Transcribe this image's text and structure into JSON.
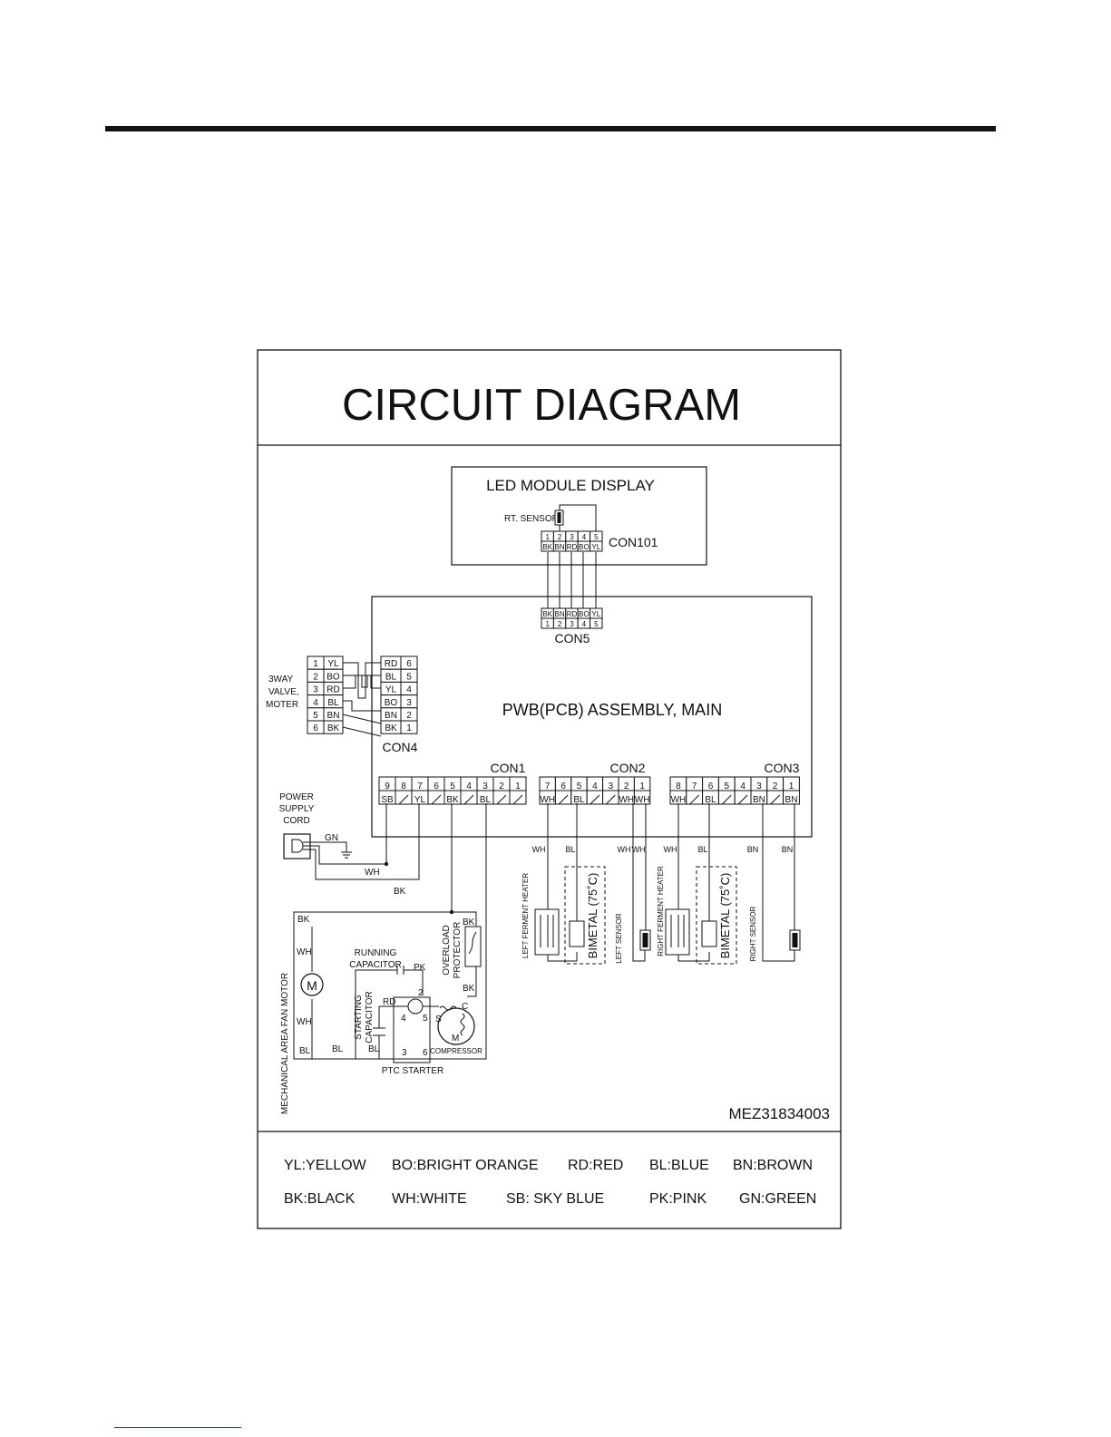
{
  "title": "CIRCUIT DIAGRAM",
  "part_number": "MEZ31834003",
  "led_module": {
    "title": "LED MODULE DISPLAY",
    "sensor_label": "RT. SENSOR",
    "connector": "CON101",
    "pins": [
      "1",
      "2",
      "3",
      "4",
      "5"
    ],
    "colors": [
      "BK",
      "BN",
      "RD",
      "BO",
      "YL"
    ]
  },
  "main_board": {
    "title": "PWB(PCB) ASSEMBLY, MAIN",
    "con5": {
      "label": "CON5",
      "colors": [
        "BK",
        "BN",
        "RD",
        "BO",
        "YL"
      ],
      "pins": [
        "1",
        "2",
        "3",
        "4",
        "5"
      ]
    },
    "con4": {
      "label": "CON4",
      "colors": [
        "RD",
        "BL",
        "YL",
        "BO",
        "BN",
        "BK"
      ],
      "pins": [
        "6",
        "5",
        "4",
        "3",
        "2",
        "1"
      ]
    },
    "con1": {
      "label": "CON1",
      "pins": [
        "9",
        "8",
        "7",
        "6",
        "5",
        "4",
        "3",
        "2",
        "1"
      ],
      "colors": [
        "SB",
        "/",
        "YL",
        "/",
        "BK",
        "/",
        "BL",
        "/",
        "/"
      ]
    },
    "con2": {
      "label": "CON2",
      "pins": [
        "7",
        "6",
        "5",
        "4",
        "3",
        "2",
        "1"
      ],
      "colors": [
        "WH",
        "/",
        "BL",
        "/",
        "/",
        "WH",
        "WH"
      ]
    },
    "con3": {
      "label": "CON3",
      "pins": [
        "8",
        "7",
        "6",
        "5",
        "4",
        "3",
        "2",
        "1"
      ],
      "colors": [
        "WH",
        "/",
        "BL",
        "/",
        "/",
        "BN",
        "/",
        "BN"
      ]
    }
  },
  "valve": {
    "label_lines": [
      "3WAY",
      "VALVE,",
      "MOTER"
    ],
    "pins": [
      "1",
      "2",
      "3",
      "4",
      "5",
      "6"
    ],
    "colors": [
      "YL",
      "BO",
      "RD",
      "BL",
      "BN",
      "BK"
    ]
  },
  "power": {
    "label_lines": [
      "POWER",
      "SUPPLY",
      "CORD"
    ],
    "gn": "GN",
    "wh": "WH",
    "bk": "BK"
  },
  "wire_labels": {
    "con2_left": [
      "WH",
      "BL",
      "WH",
      "WH"
    ],
    "con3_right": [
      "WH",
      "BL",
      "BN",
      "BN"
    ]
  },
  "components": {
    "left_heater": "LEFT FERMENT HEATER",
    "left_bimetal": "BIMETAL (75˚C)",
    "left_sensor": "LEFT SENSOR",
    "right_heater": "RIGHT FERMENT HEATER",
    "right_bimetal": "BIMETAL (75˚C)",
    "right_sensor": "RIGHT SENSOR",
    "fan_motor": "MECHANICAL AREA FAN MOTOR",
    "motor_symbol": "M",
    "running_capacitor_lines": [
      "RUNNING",
      "CAPACITOR"
    ],
    "starting_capacitor_lines": [
      "STARTING",
      "CAPACITOR"
    ],
    "overload_lines": [
      "OVERLOAD",
      "PROTECTOR"
    ],
    "compressor": "COMPRESSOR",
    "ptc_starter": "PTC STARTER",
    "wire_bk1": "BK",
    "wire_wh1": "WH",
    "wire_wh2": "WH",
    "wire_bl1": "BL",
    "wire_bl2": "BL",
    "wire_bl3": "BL",
    "wire_rd": "RD",
    "wire_pk": "PK",
    "wire_bk2": "BK",
    "wire_bk3": "BK",
    "ptc_2": "2",
    "ptc_4": "4",
    "ptc_5": "5",
    "ptc_3": "3",
    "ptc_6": "6",
    "comp_c": "C",
    "comp_s": "S",
    "comp_m": "M"
  },
  "legend": {
    "row1": [
      "YL:YELLOW",
      "BO:BRIGHT ORANGE",
      "RD:RED",
      "BL:BLUE",
      "BN:BROWN"
    ],
    "row2": [
      "BK:BLACK",
      "WH:WHITE",
      "SB: SKY BLUE",
      "PK:PINK",
      "GN:GREEN"
    ]
  }
}
